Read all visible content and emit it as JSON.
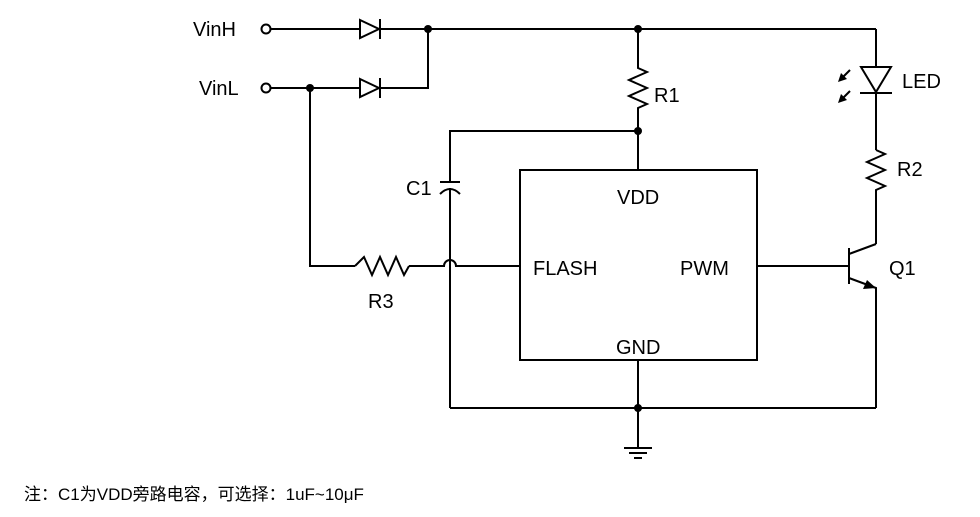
{
  "labels": {
    "vinh": "VinH",
    "vinl": "VinL",
    "r1": "R1",
    "r2": "R2",
    "r3": "R3",
    "c1": "C1",
    "led": "LED",
    "q1": "Q1",
    "chip_vdd": "VDD",
    "chip_flash": "FLASH",
    "chip_pwm": "PWM",
    "chip_gnd": "GND"
  },
  "note": "注：C1为VDD旁路电容，可选择：1uF~10μF"
}
